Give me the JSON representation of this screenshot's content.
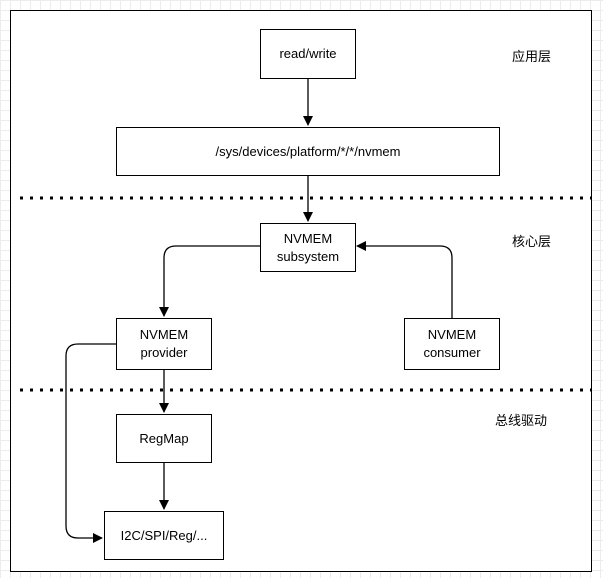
{
  "layers": [
    {
      "id": "app",
      "label": "应用层"
    },
    {
      "id": "core",
      "label": "核心层"
    },
    {
      "id": "bus",
      "label": "总线驱动"
    }
  ],
  "nodes": {
    "read_write": [
      "read/write"
    ],
    "sysfs": [
      "/sys/devices/platform/*/*/nvmem"
    ],
    "subsystem": [
      "NVMEM",
      "subsystem"
    ],
    "provider": [
      "NVMEM",
      "provider"
    ],
    "consumer": [
      "NVMEM",
      "consumer"
    ],
    "regmap": [
      "RegMap"
    ],
    "bus_driver": [
      "I2C/SPI/Reg/..."
    ]
  },
  "edges": [
    {
      "from": "read_write",
      "to": "sysfs"
    },
    {
      "from": "sysfs",
      "to": "subsystem"
    },
    {
      "from": "subsystem",
      "to": "provider"
    },
    {
      "from": "consumer",
      "to": "subsystem"
    },
    {
      "from": "provider",
      "to": "regmap"
    },
    {
      "from": "regmap",
      "to": "bus_driver"
    },
    {
      "from": "provider",
      "to": "bus_driver"
    }
  ]
}
